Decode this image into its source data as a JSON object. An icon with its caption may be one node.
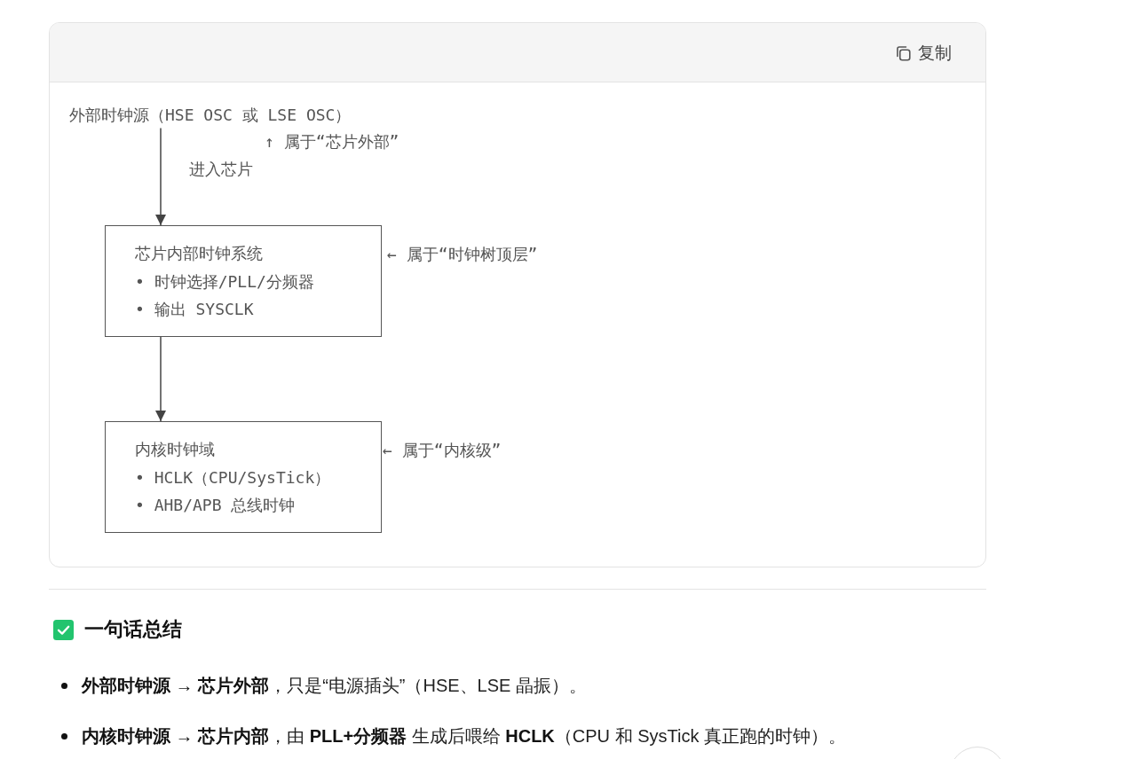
{
  "diagram": {
    "nodes": [
      {
        "text": [
          "外部时钟源（HSE OSC 或 LSE OSC）"
        ],
        "beside": [
          "↑ 属于“芯片外部”"
        ]
      },
      {
        "text": [
          "芯片内部时钟系统",
          "• 时钟选择/PLL/分频器",
          "• 输出 SYSCLK"
        ],
        "beside": [
          "← 属于“时钟树顶层”"
        ]
      },
      {
        "text": [
          "内核时钟域",
          "• HCLK（CPU/SysTick）",
          "• AHB/APB 总线时钟"
        ],
        "beside": [
          "← 属于“内核级”"
        ]
      }
    ],
    "edges": [
      {
        "from": 0,
        "to": 1,
        "arrow": "to",
        "label": "进入芯片"
      },
      {
        "from": 1,
        "to": 2,
        "arrow": "to"
      }
    ],
    "labels": [
      "复制",
      "一句话总结",
      "**外部时钟源 → 芯片外部**，只是“电源插头”（HSE、LSE 晶振）。",
      "**内核时钟源 → 芯片内部**，由 **PLL+分频器** 生成后喂给 **HCLK**（CPU 和 SysTick 真正跑的时钟）。"
    ]
  }
}
